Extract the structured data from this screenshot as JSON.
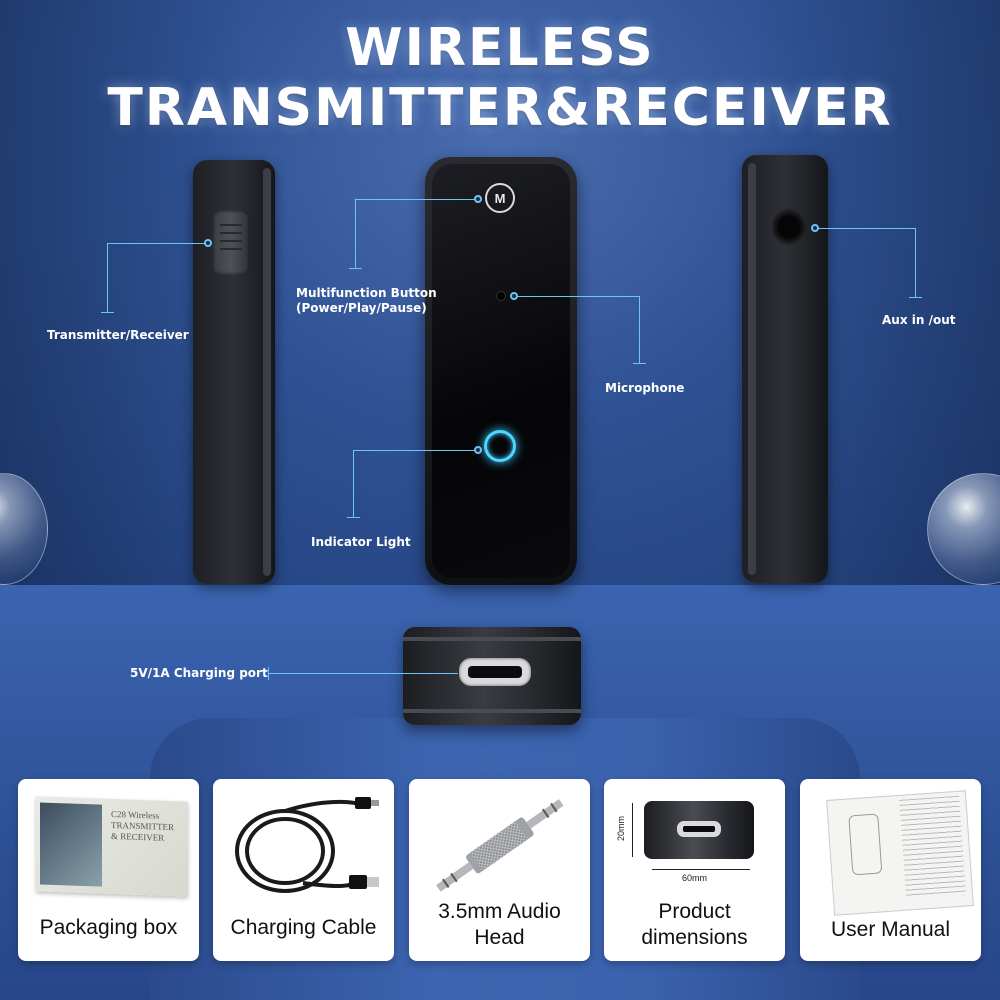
{
  "title": "WIRELESS TRANSMITTER&RECEIVER",
  "callouts": {
    "transmitter_receiver": "Transmitter/Receiver",
    "multifunction_line1": "Multifunction Button",
    "multifunction_line2": "(Power/Play/Pause)",
    "microphone": "Microphone",
    "aux": "Aux in /out",
    "indicator": "Indicator Light",
    "charging_port": "5V/1A Charging port"
  },
  "device_button_glyph": "M",
  "cards": [
    {
      "caption_line1": "Packaging box",
      "caption_line2": ""
    },
    {
      "caption_line1": "Charging Cable",
      "caption_line2": ""
    },
    {
      "caption_line1": "3.5mm Audio",
      "caption_line2": "Head"
    },
    {
      "caption_line1": "Product",
      "caption_line2": "dimensions"
    },
    {
      "caption_line1": "User Manual",
      "caption_line2": ""
    }
  ],
  "packaging_text": "C28 Wireless TRANSMITTER & RECEIVER",
  "dimensions": {
    "height": "20mm",
    "width": "60mm"
  },
  "colors": {
    "accent_line": "#6cc6f5",
    "led": "#4fd7ff",
    "background": "#2f5294"
  }
}
